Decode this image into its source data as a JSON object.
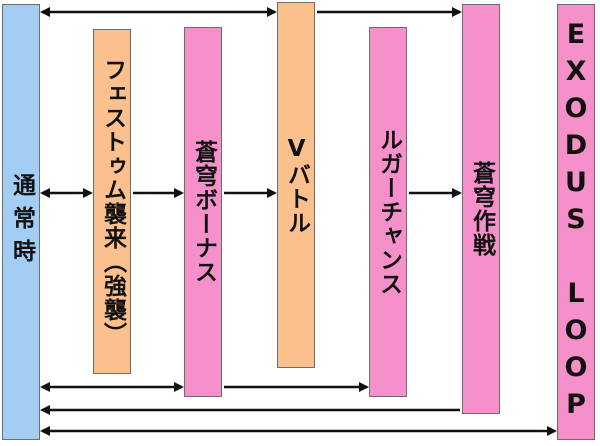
{
  "nodes": [
    {
      "id": "normal",
      "label": "通常時",
      "color": "#a4cdf4"
    },
    {
      "id": "festum",
      "label": "フェストゥム襲来（強襲）",
      "color": "#fbc08e"
    },
    {
      "id": "bonus",
      "label": "蒼穹ボーナス",
      "color": "#f590cb"
    },
    {
      "id": "vbattle",
      "label": "Vバトル",
      "color": "#fbc08e"
    },
    {
      "id": "lugachance",
      "label": "ルガーチャンス",
      "color": "#f590cb"
    },
    {
      "id": "operation",
      "label": "蒼穹作戦",
      "color": "#f590cb"
    },
    {
      "id": "exodus",
      "label": "EXODUS LOOP",
      "color": "#f590cb"
    }
  ]
}
